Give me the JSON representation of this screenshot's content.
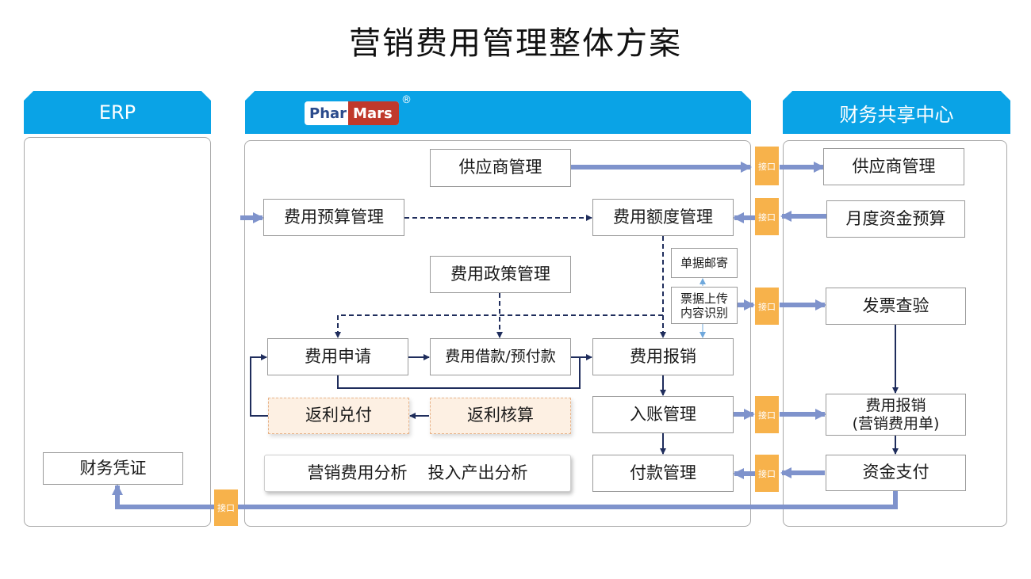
{
  "title": "营销费用管理整体方案",
  "headers": {
    "erp": "ERP",
    "center": "财务共享中心"
  },
  "logo": {
    "part1": "Phar",
    "part2": "Mars",
    "registered": "®"
  },
  "erp": {
    "voucher": "财务凭证"
  },
  "pharmars": {
    "supplier": "供应商管理",
    "budget": "费用预算管理",
    "quota": "费用额度管理",
    "doc_mail": "单据邮寄",
    "upload_line1": "票据上传",
    "upload_line2": "内容识别",
    "policy": "费用政策管理",
    "apply": "费用申请",
    "loan": "费用借款/预付款",
    "reimburse": "费用报销",
    "accounting": "入账管理",
    "rebate_cash": "返利兑付",
    "rebate_check": "返利核算",
    "payment": "付款管理",
    "analysis1": "营销费用分析",
    "analysis2": "投入产出分析"
  },
  "fsc": {
    "supplier": "供应商管理",
    "monthly_budget": "月度资金预算",
    "invoice_check": "发票查验",
    "reimburse_line1": "费用报销",
    "reimburse_line2": "(营销费用单)",
    "fund_pay": "资金支付"
  },
  "interface_label": "接口",
  "colors": {
    "header_blue": "#0aa3e6",
    "interface_orange": "#f7b24b",
    "arrow_light": "#7f93cc",
    "arrow_dark": "#1f2d5c"
  }
}
